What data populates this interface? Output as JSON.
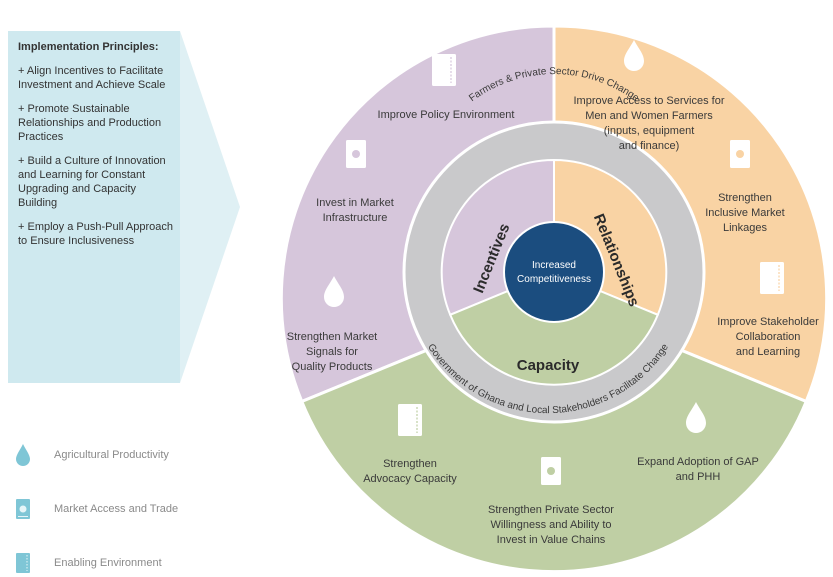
{
  "principles": {
    "heading": "Implementation Principles:",
    "items": [
      "+ Align Incentives to Facilitate Investment and Achieve Scale",
      "+ Promote Sustainable Relationships and Production Practices",
      "+ Build a Culture of Innovation and Learning for Constant Upgrading and Capacity Building",
      "+ Employ a Push-Pull Approach to Ensure Inclusiveness"
    ]
  },
  "legend": [
    {
      "icon": "drop-icon",
      "label": "Agricultural Productivity"
    },
    {
      "icon": "cash-card-icon",
      "label": "Market Access and Trade"
    },
    {
      "icon": "notebook-icon",
      "label": "Enabling Environment"
    }
  ],
  "colors": {
    "purple": "#d6c6db",
    "orange": "#f9d3a4",
    "green": "#bfcfa4",
    "core": "#1b4d7f",
    "ring": "#c9c9cb",
    "icon": "#ffffff",
    "panel": "#cfe9ef"
  },
  "core": {
    "line1": "Increased",
    "line2": "Competitiveness"
  },
  "sections": {
    "incentives": "Incentives",
    "relationships": "Relationships",
    "capacity": "Capacity"
  },
  "ring": {
    "top": "Farmers & Private Sector Drive Change",
    "bottom": "Government of Ghana and Local Stakeholders Facilitate Change"
  },
  "segments": {
    "policy": "Improve Policy Environment",
    "infrastructure": [
      "Invest in Market",
      "Infrastructure"
    ],
    "signals": [
      "Strengthen Market",
      "Signals for",
      "Quality Products"
    ],
    "services": [
      "Improve Access to Services for",
      "Men and Women Farmers",
      "(inputs, equipment",
      "and finance)"
    ],
    "linkages": [
      "Strengthen",
      "Inclusive Market",
      "Linkages"
    ],
    "collaboration": [
      "Improve Stakeholder",
      "Collaboration",
      "and Learning"
    ],
    "advocacy": [
      "Strengthen",
      "Advocacy Capacity"
    ],
    "gap": [
      "Expand Adoption of GAP",
      "and PHH"
    ],
    "private": [
      "Strengthen Private Sector",
      "Willingness and Ability to",
      "Invest in Value Chains"
    ]
  }
}
